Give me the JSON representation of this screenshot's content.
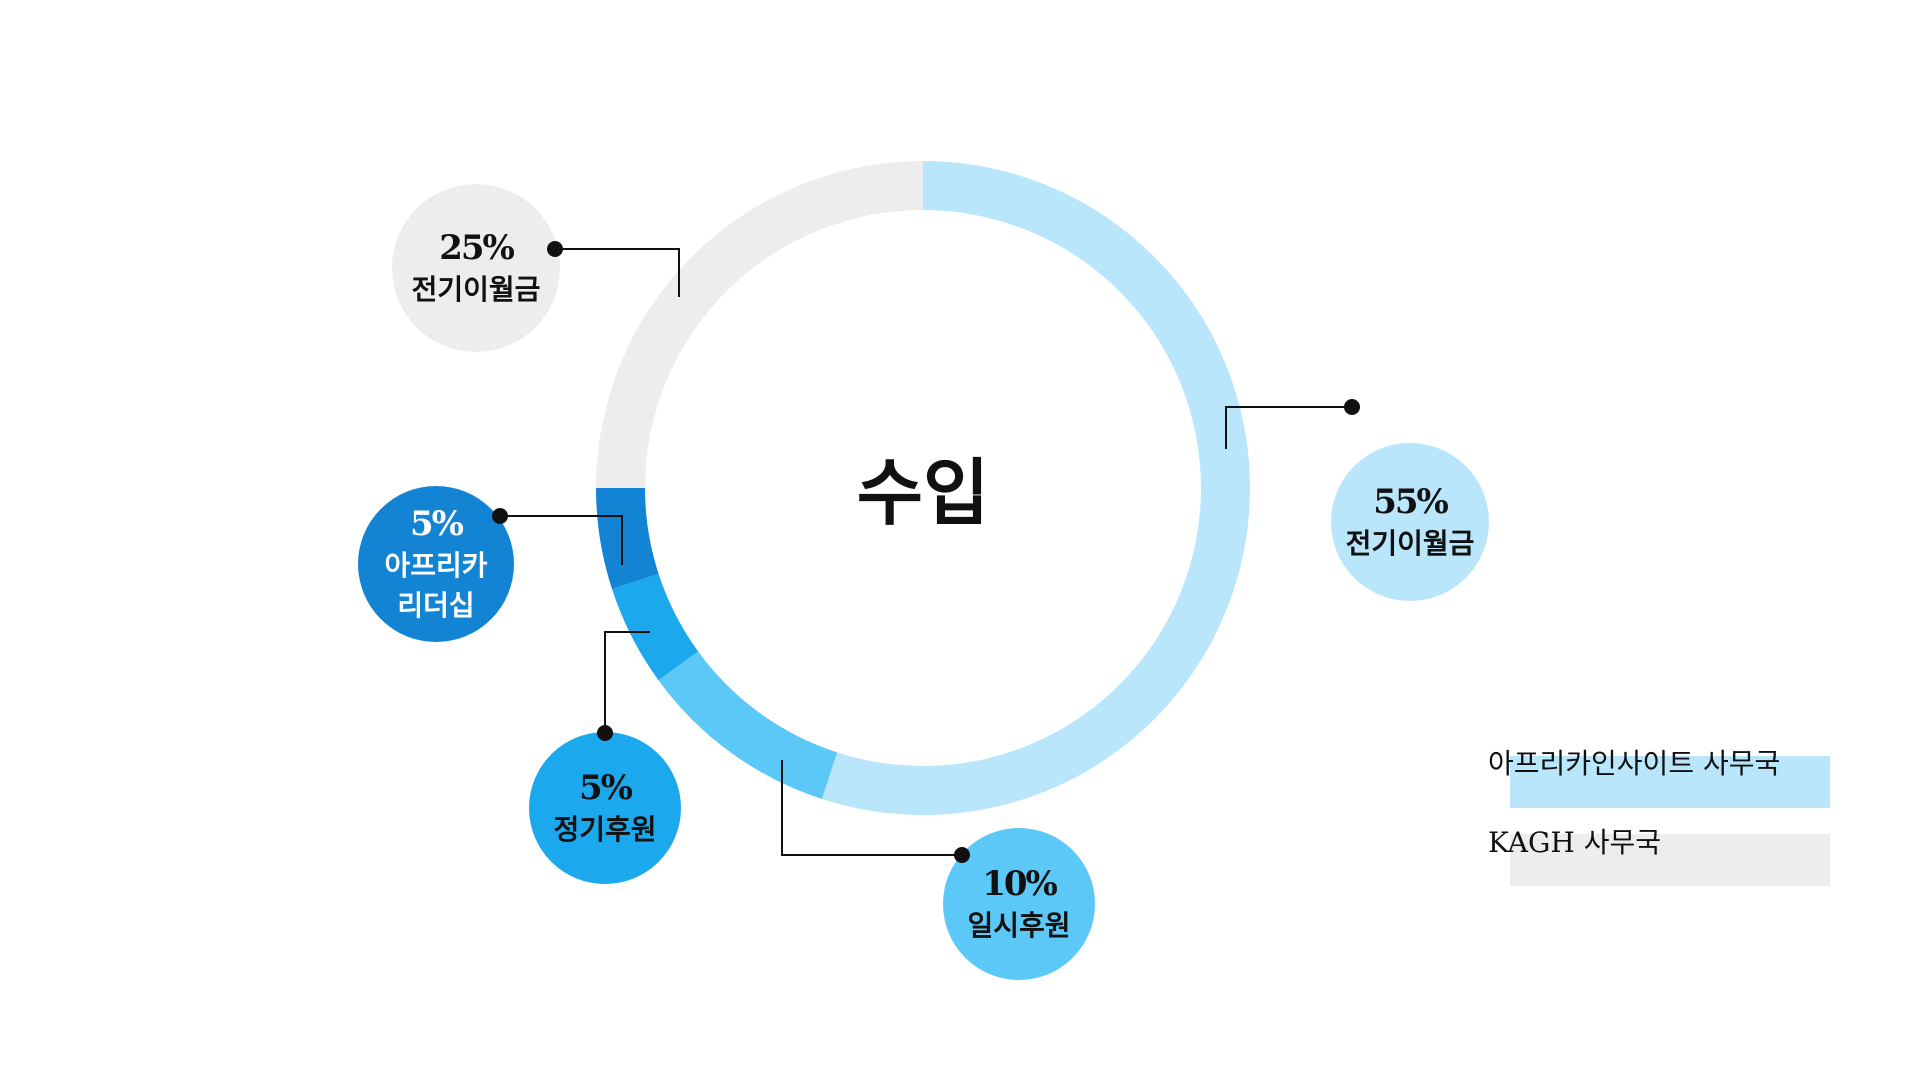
{
  "chart_data": {
    "type": "pie",
    "title": "수입",
    "slices": [
      {
        "value": 55,
        "pct_label": "55%",
        "label": "전기이월금",
        "label_lines": [
          "전기이월금"
        ],
        "group": "africainsight",
        "color": "#b9e6fb",
        "text_color": "#111111"
      },
      {
        "value": 10,
        "pct_label": "10%",
        "label": "일시후원",
        "label_lines": [
          "일시후원"
        ],
        "group": "africainsight",
        "color": "#5bc8f8",
        "text_color": "#111111"
      },
      {
        "value": 5,
        "pct_label": "5%",
        "label": "정기후원",
        "label_lines": [
          "정기후원"
        ],
        "group": "africainsight",
        "color": "#1ba8ec",
        "text_color": "#111111"
      },
      {
        "value": 5,
        "pct_label": "5%",
        "label": "아프리카 리더십",
        "label_lines": [
          "아프리카",
          "리더십"
        ],
        "group": "africainsight",
        "color": "#1384d4",
        "text_color": "#ffffff"
      },
      {
        "value": 25,
        "pct_label": "25%",
        "label": "전기이월금",
        "label_lines": [
          "전기이월금"
        ],
        "group": "kagh",
        "color": "#ededed",
        "text_color": "#111111"
      }
    ],
    "legend": {
      "placement": "right",
      "items": [
        {
          "label": "아프리카인사이트 사무국",
          "color": "#b9e6fb"
        },
        {
          "label": "KAGH 사무국",
          "color": "#ededed"
        }
      ]
    }
  }
}
